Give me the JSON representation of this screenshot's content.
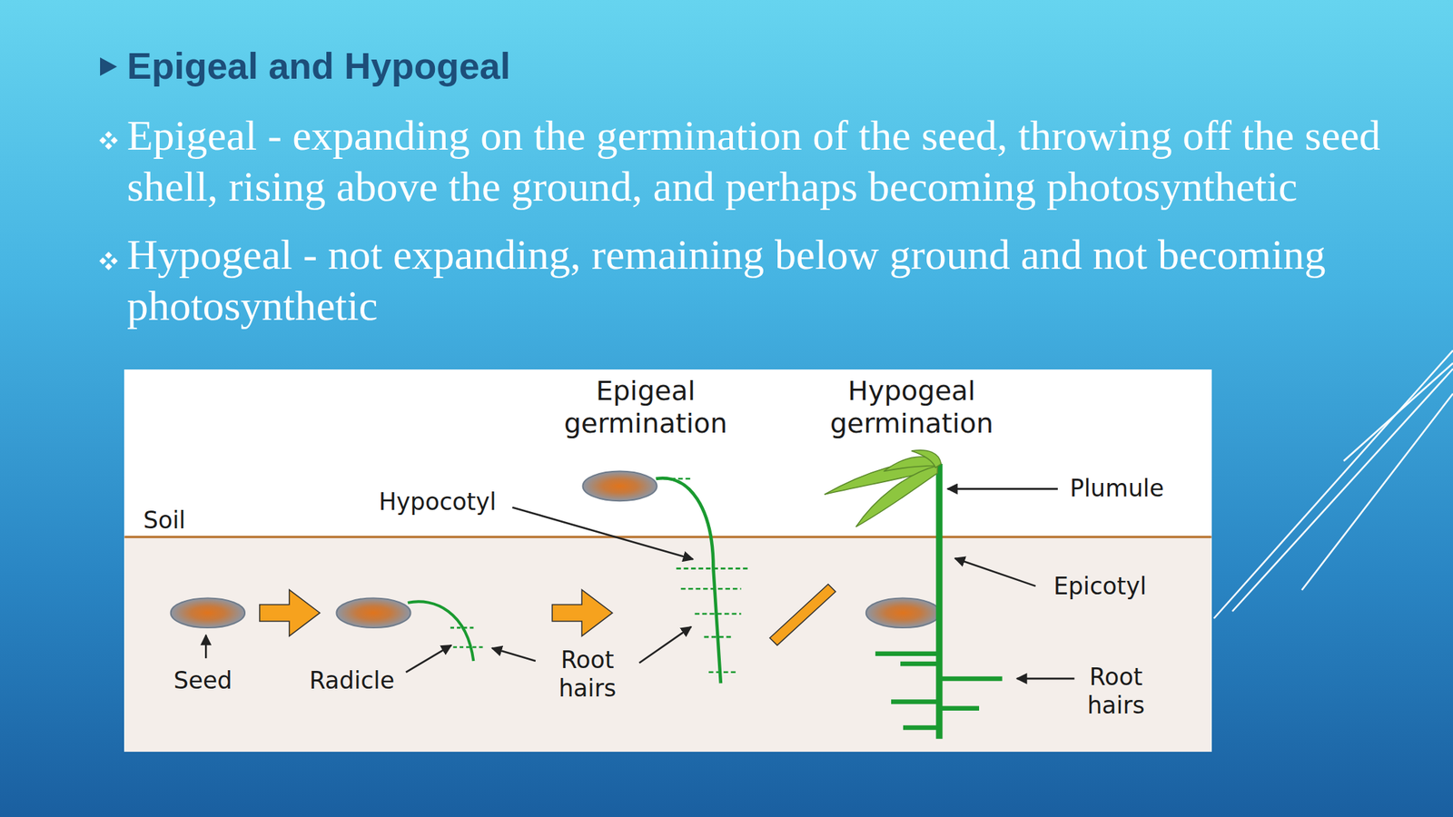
{
  "diagram": {
    "title": "Epigeal and Hypogeal",
    "labels": [
      "Epigeal - expanding on the germination of the seed, throwing off the seed shell, rising above the ground, and perhaps becoming photosynthetic",
      "Hypogeal - not expanding, remaining below ground and not becoming photosynthetic",
      "Epigeal germination",
      "Hypogeal germination",
      "Hypocotyl",
      "Plumule",
      "Soil",
      "Epicotyl",
      "Seed",
      "Radicle",
      "Root hairs",
      "Root hairs"
    ]
  }
}
